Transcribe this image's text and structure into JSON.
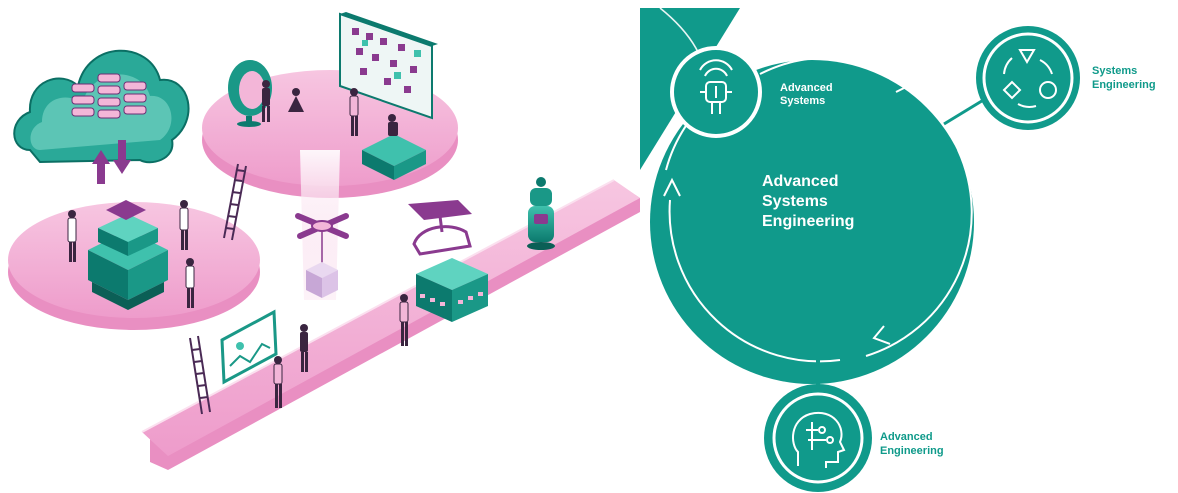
{
  "diagram": {
    "center_title": [
      "Advanced",
      "Systems",
      "Engineering"
    ],
    "nodes": [
      {
        "id": "advanced-systems",
        "label": [
          "Advanced",
          "Systems"
        ],
        "icon": "robot-icon"
      },
      {
        "id": "systems-engineering",
        "label": [
          "Systems",
          "Engineering"
        ],
        "icon": "cycle-shapes-icon"
      },
      {
        "id": "advanced-engineering",
        "label": [
          "Advanced",
          "Engineering"
        ],
        "icon": "head-circuit-icon"
      }
    ]
  },
  "illustration": {
    "icons": [
      "cloud-database-icon",
      "data-center-icon",
      "drone-icon",
      "robot-icon",
      "vehicle-icon",
      "chart-board-icon",
      "people-icons",
      "ladder-icons"
    ]
  },
  "colors": {
    "teal": "#109a8b",
    "teal_dark": "#0b7f72",
    "teal_label": "#0f9a8a",
    "pink": "#f3a3d0",
    "pink_light": "#f8c8e3",
    "pink_dark": "#e68bc0",
    "purple": "#8a3a8f"
  }
}
